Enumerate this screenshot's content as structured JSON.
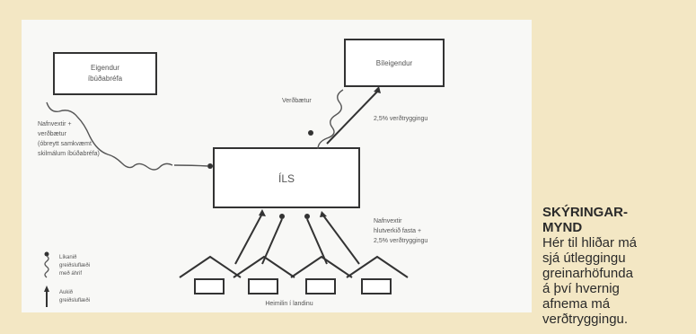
{
  "diagram": {
    "owners_box": [
      "Eigendur",
      "íbúðabréfa"
    ],
    "investor_box": "Bíleigendur",
    "center_box": "ÍLS",
    "left_flow_label": [
      "Nafnvextir +",
      "verðbætur",
      "(óbreytt samkvæmt",
      "skilmálum íbúðabréfa)"
    ],
    "right_top_label": "Verðbætur",
    "right_bottom_label": "2,5% verðtryggingu",
    "bottom_right_label": [
      "Nafnvextir",
      "hlutverkið fasta +",
      "2,5% verðtryggingu"
    ],
    "houses_label": "Heimilin í landinu",
    "legend": {
      "item1": [
        "Líkanið",
        "greiðsluflæði",
        "með áhrif"
      ],
      "item2": [
        "Aukið",
        "greiðsluflæði"
      ]
    }
  },
  "caption": {
    "title": "SKÝRINGAR-\nMYND",
    "body": "Hér til hliðar má\nsjá útleggingu\ngreinarhöfunda\ná því hvernig\nafnema má\nverðtryggingu."
  }
}
